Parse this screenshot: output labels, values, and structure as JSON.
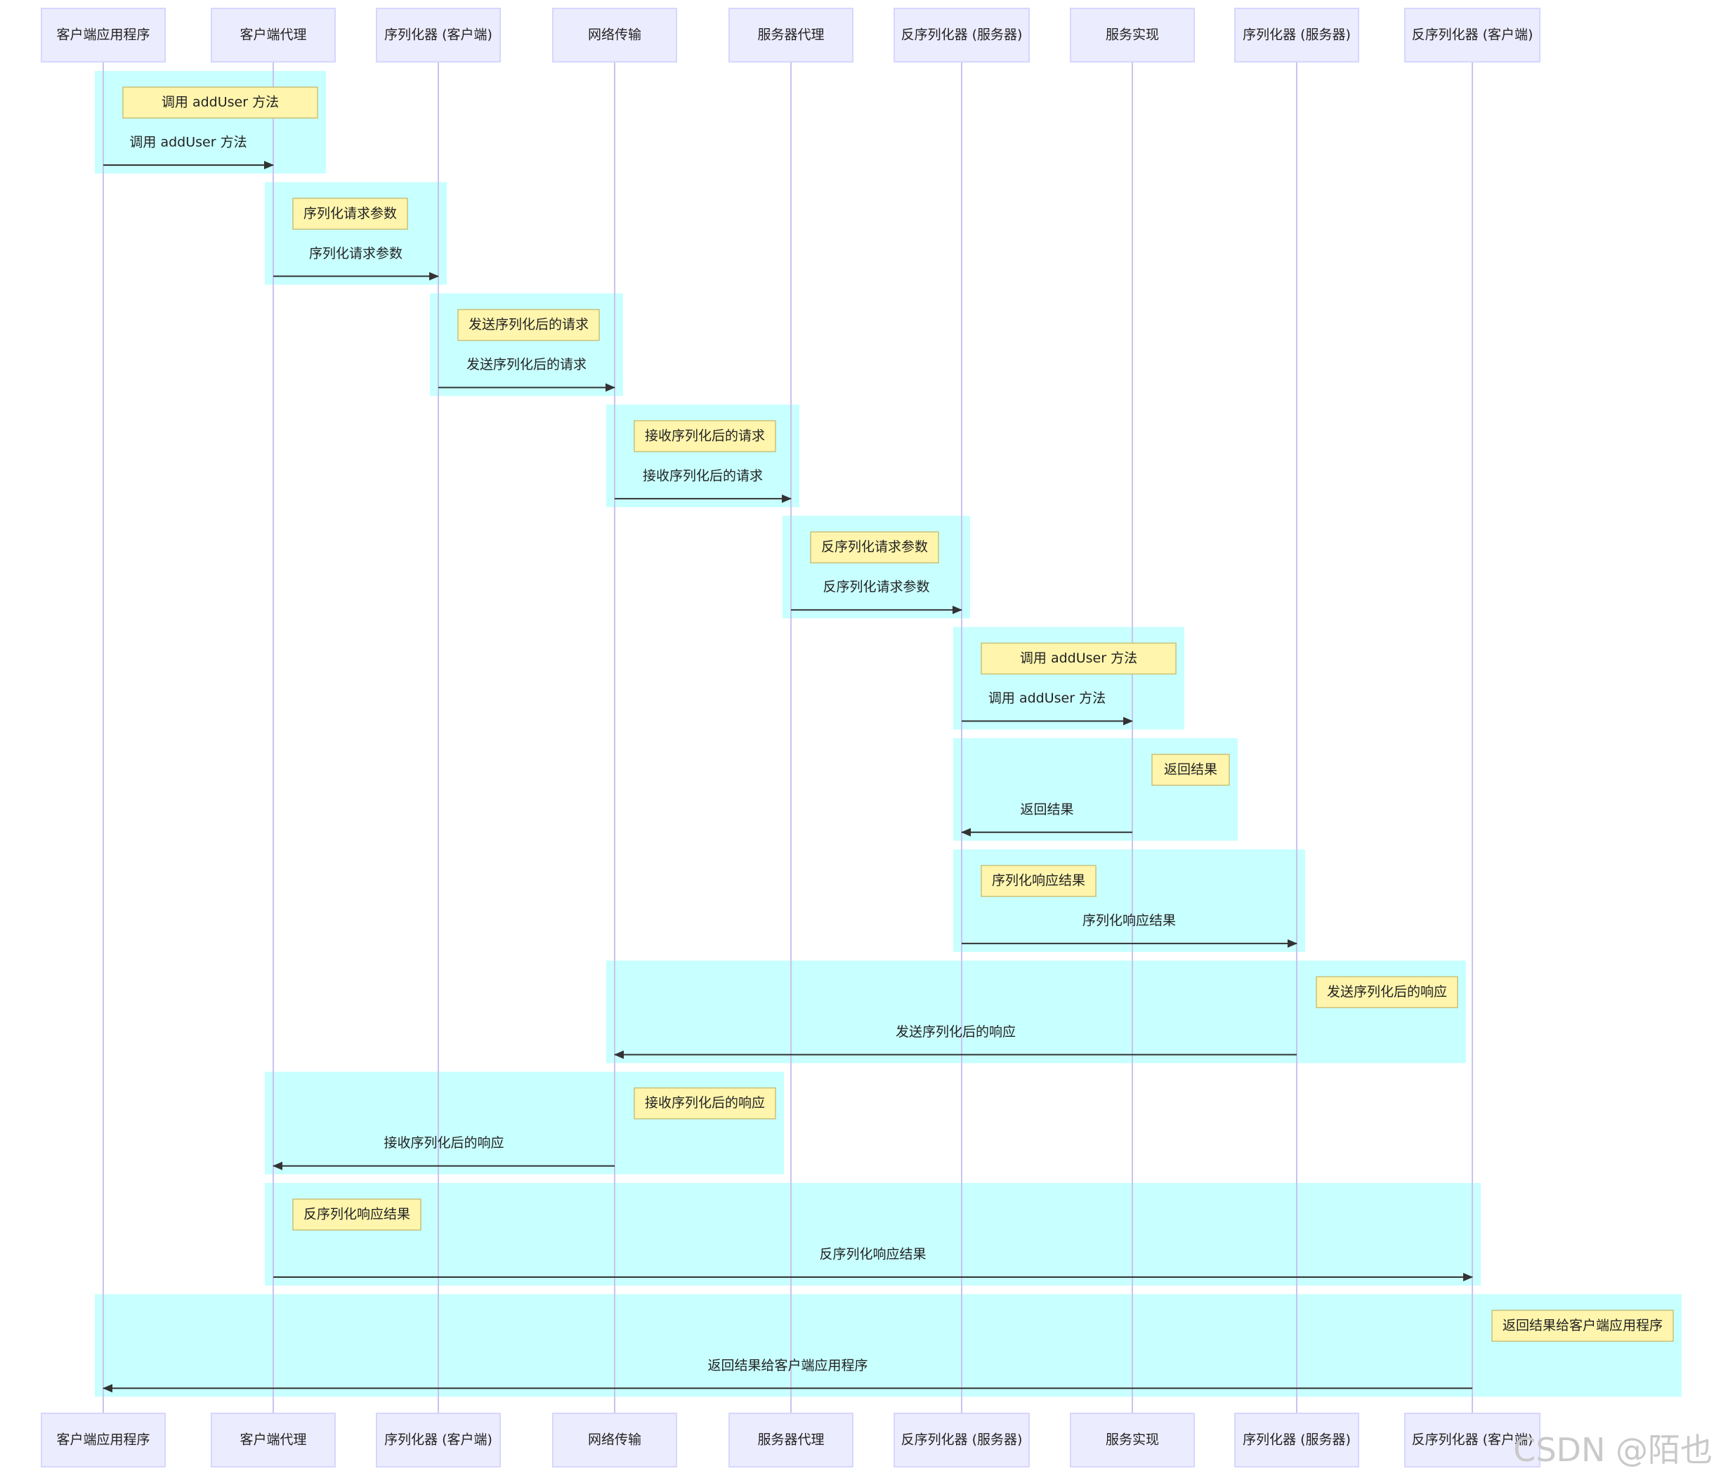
{
  "diagram": {
    "type": "sequence",
    "participants": [
      "客户端应用程序",
      "客户端代理",
      "序列化器 (客户端)",
      "网络传输",
      "服务器代理",
      "反序列化器 (服务器)",
      "服务实现",
      "序列化器 (服务器)",
      "反序列化器 (客户端)"
    ],
    "messages": [
      {
        "from": 0,
        "to": 1,
        "label": "调用 addUser 方法",
        "note": "调用 addUser 方法"
      },
      {
        "from": 1,
        "to": 2,
        "label": "序列化请求参数",
        "note": "序列化请求参数"
      },
      {
        "from": 2,
        "to": 3,
        "label": "发送序列化后的请求",
        "note": "发送序列化后的请求"
      },
      {
        "from": 3,
        "to": 4,
        "label": "接收序列化后的请求",
        "note": "接收序列化后的请求"
      },
      {
        "from": 4,
        "to": 5,
        "label": "反序列化请求参数",
        "note": "反序列化请求参数"
      },
      {
        "from": 5,
        "to": 6,
        "label": "调用 addUser 方法",
        "note": "调用 addUser 方法"
      },
      {
        "from": 6,
        "to": 5,
        "label": "返回结果",
        "note": "返回结果"
      },
      {
        "from": 5,
        "to": 7,
        "label": "序列化响应结果",
        "note": "序列化响应结果"
      },
      {
        "from": 7,
        "to": 3,
        "label": "发送序列化后的响应",
        "note": "发送序列化后的响应"
      },
      {
        "from": 3,
        "to": 1,
        "label": "接收序列化后的响应",
        "note": "接收序列化后的响应"
      },
      {
        "from": 1,
        "to": 8,
        "label": "反序列化响应结果",
        "note": "反序列化响应结果"
      },
      {
        "from": 8,
        "to": 0,
        "label": "返回结果给客户端应用程序",
        "note": "返回结果给客户端应用程序"
      }
    ],
    "colors": {
      "actor_fill": "#ECECFF",
      "actor_border": "#D6D6FF",
      "lifeline": "#C9C3F0",
      "highlight": "#C8FFFF",
      "note_fill": "#FFF5AD",
      "note_border": "#C8C27A",
      "text": "#222222",
      "arrow": "#333333"
    }
  },
  "watermark": "CSDN @陌也"
}
